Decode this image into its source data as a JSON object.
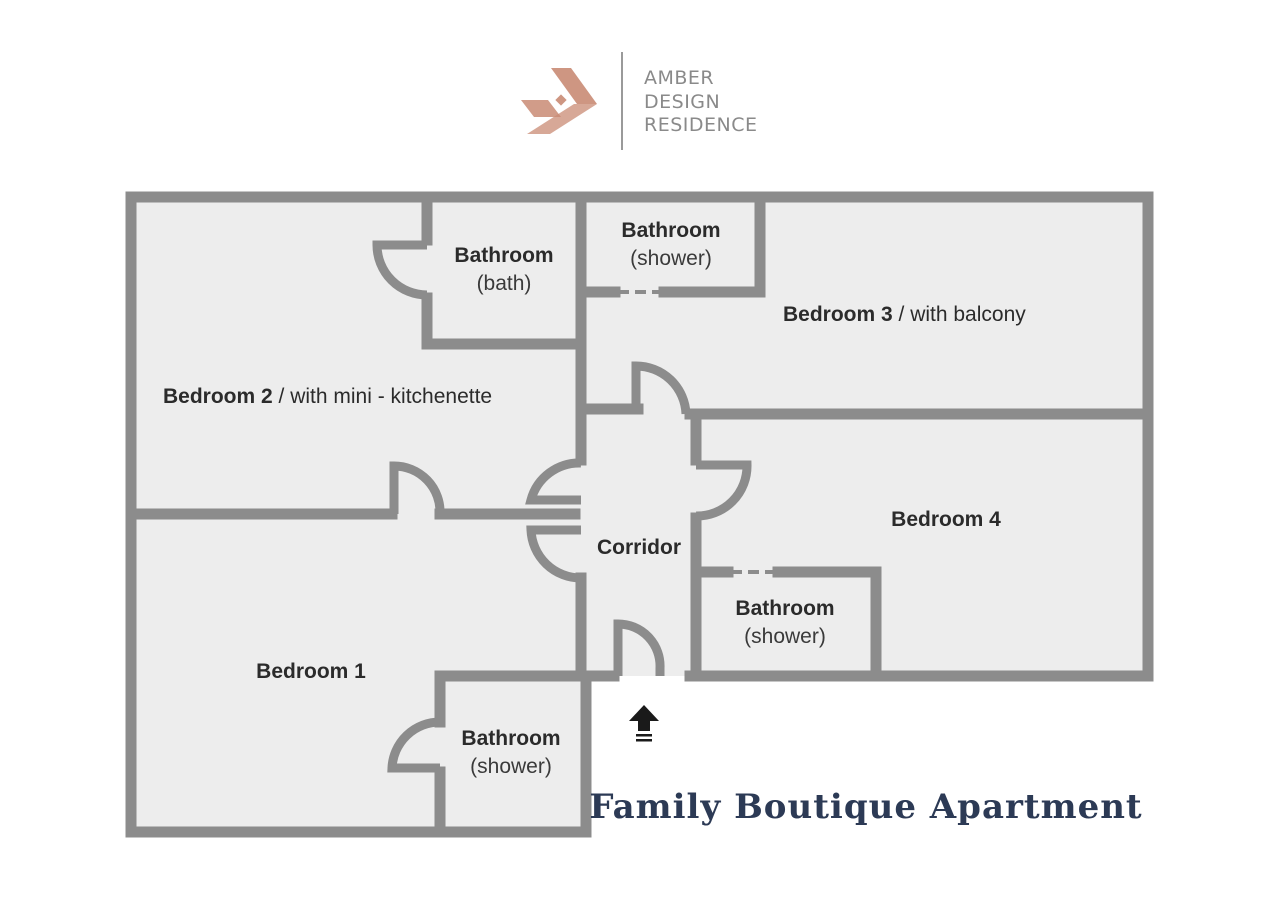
{
  "brand": {
    "line1": "AMBER",
    "line2": "DESIGN",
    "line3": "RESIDENCE",
    "icon": "amber-logo-icon",
    "color": "#c98b74"
  },
  "rooms": {
    "bath_bath": {
      "name": "Bathroom",
      "sub": "(bath)"
    },
    "bath_shower_top": {
      "name": "Bathroom",
      "sub": "(shower)"
    },
    "bedroom3": {
      "name": "Bedroom 3",
      "suffix": " / with balcony"
    },
    "bedroom2": {
      "name": "Bedroom 2",
      "suffix": " / with mini - kitchenette"
    },
    "bedroom4": {
      "name": "Bedroom 4"
    },
    "corridor": {
      "name": "Corridor"
    },
    "bath_shower_b4": {
      "name": "Bathroom",
      "sub": "(shower)"
    },
    "bedroom1": {
      "name": "Bedroom 1"
    },
    "bath_shower_b1": {
      "name": "Bathroom",
      "sub": "(shower)"
    }
  },
  "entrance_icon": "entrance-arrow-icon",
  "title": "Family Boutique Apartment",
  "colors": {
    "wall": "#8c8c8c",
    "floor": "#ededed",
    "title": "#2c3a55"
  }
}
